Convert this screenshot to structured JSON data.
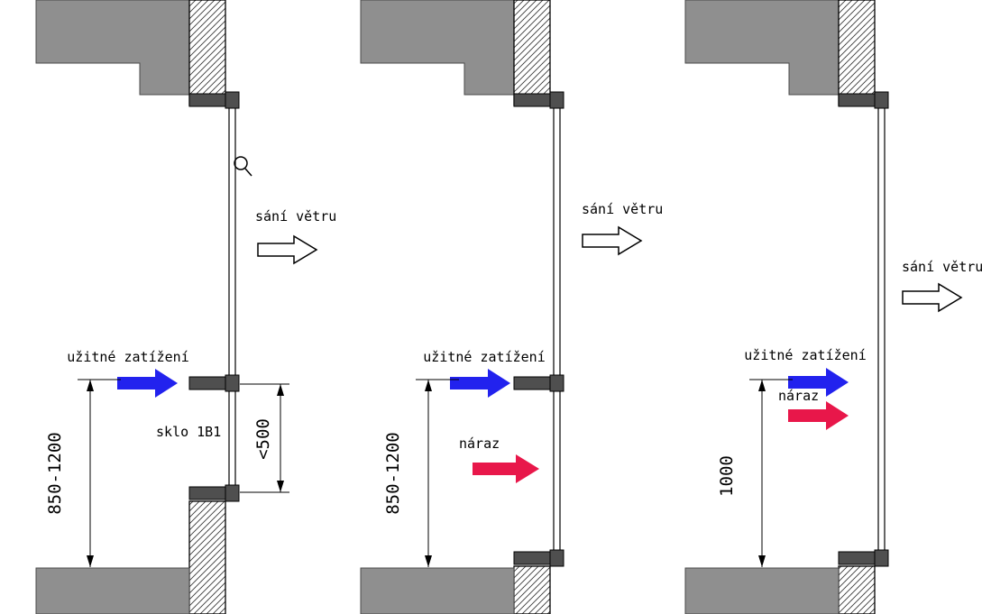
{
  "colors": {
    "slab_gray": "#8f8f8f",
    "bracket_gray": "#4f4f4f",
    "live_load_arrow": "#2222ee",
    "impact_arrow": "#e8174a"
  },
  "panels": [
    {
      "wind_label": "sání větru",
      "live_load_label": "užitné zatížení",
      "glass_label": "sklo 1B1",
      "height_dim": "850-1200",
      "width_dim": "<500"
    },
    {
      "wind_label": "sání větru",
      "live_load_label": "užitné zatížení",
      "impact_label": "náraz",
      "height_dim": "850-1200"
    },
    {
      "wind_label": "sání větru",
      "live_load_label": "užitné zatížení",
      "impact_label": "náraz",
      "height_dim": "1000"
    }
  ]
}
